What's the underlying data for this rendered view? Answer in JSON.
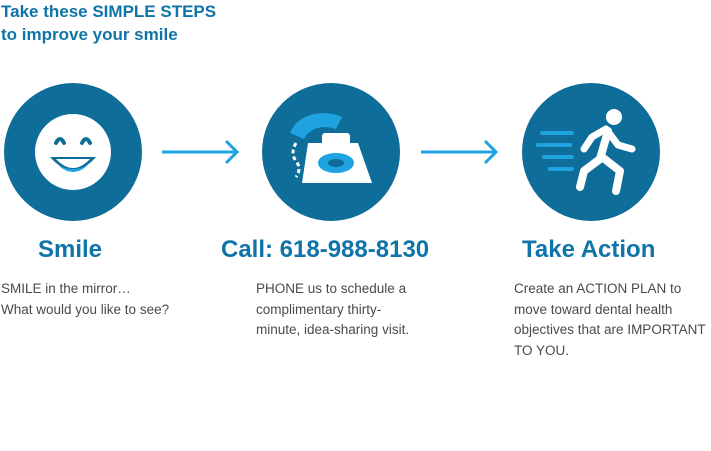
{
  "headline": {
    "line1": "Take these SIMPLE STEPS",
    "line2": "to improve your smile"
  },
  "colors": {
    "brand_blue": "#0e6e99",
    "accent_blue": "#1fa3e0",
    "title_blue": "#0f74a8",
    "text_gray": "#4a4a4a"
  },
  "steps": [
    {
      "icon": "smiley-face-icon",
      "title": "Smile",
      "desc_lines": [
        "SMILE in the mirror…",
        "What would you like to see?"
      ]
    },
    {
      "icon": "telephone-icon",
      "title": "Call: 618-988-8130",
      "desc_lines": [
        "PHONE us to schedule a",
        "complimentary thirty-",
        "minute, idea-sharing visit."
      ]
    },
    {
      "icon": "running-person-icon",
      "title": "Take Action",
      "desc_lines": [
        "Create an ACTION PLAN to",
        "move toward dental health",
        "objectives that are IMPORTANT",
        "TO YOU."
      ]
    }
  ]
}
